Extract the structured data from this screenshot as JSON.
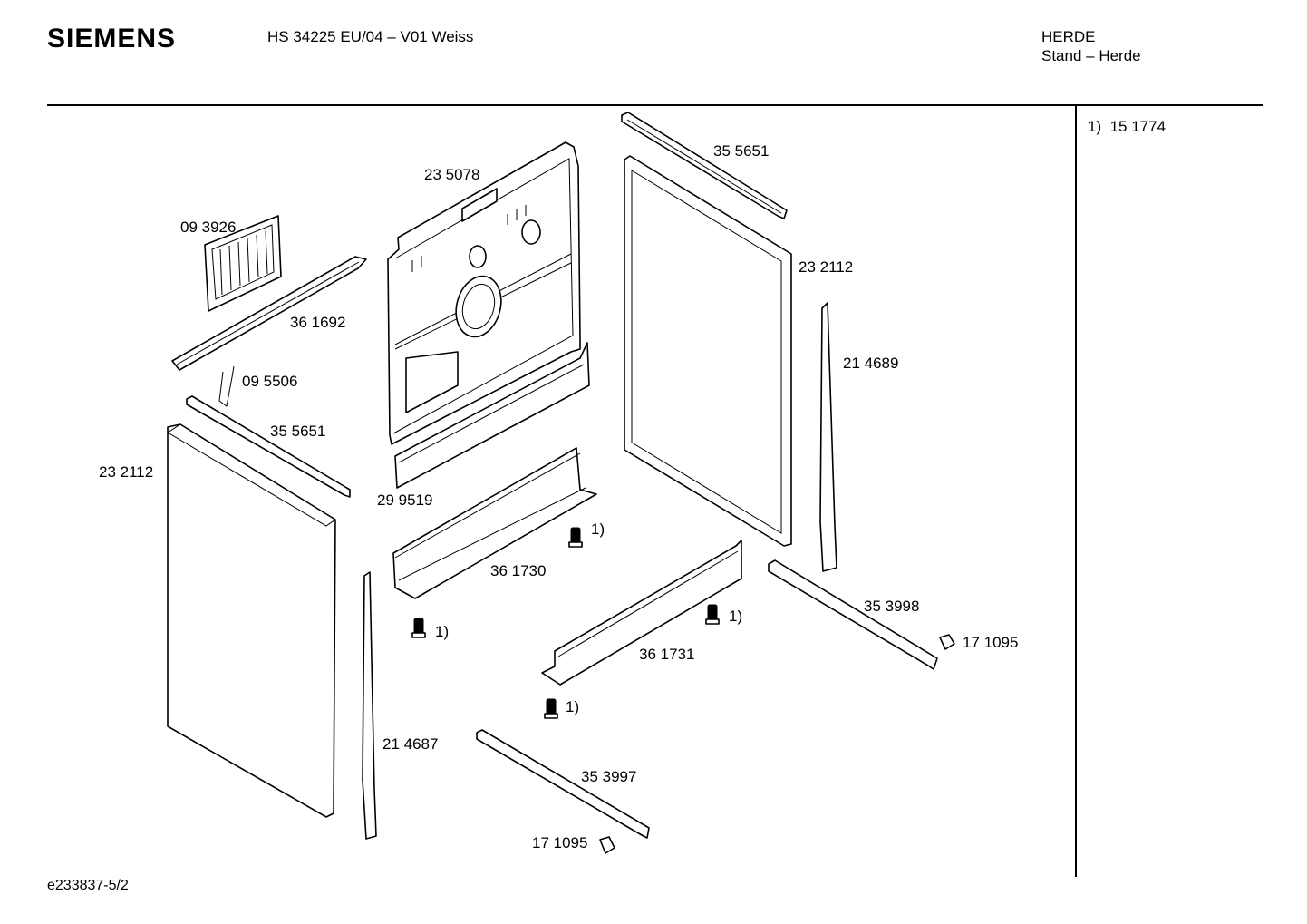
{
  "header": {
    "brand": "SIEMENS",
    "model": "HS 34225 EU/04 – V01 Weiss",
    "category": "HERDE",
    "subcategory": "Stand – Herde"
  },
  "note": {
    "marker": "1)",
    "part": "15 1774"
  },
  "footer": {
    "doc_id": "e233837-5/2"
  },
  "labels": {
    "p235078": "23 5078",
    "p355651_top": "35 5651",
    "p093926": "09 3926",
    "p361692": "36 1692",
    "p232112_right": "23 2112",
    "p095506": "09 5506",
    "p214689": "21 4689",
    "p355651_left": "35 5651",
    "p232112_left": "23 2112",
    "p299519": "29 9519",
    "screw_a": "1)",
    "p361730": "36 1730",
    "p353998": "35 3998",
    "screw_b": "1)",
    "screw_c": "1)",
    "p171095_right": "17 1095",
    "p361731": "36 1731",
    "screw_d": "1)",
    "p214687": "21 4687",
    "p353997": "35 3997",
    "p171095_bottom": "17 1095"
  }
}
